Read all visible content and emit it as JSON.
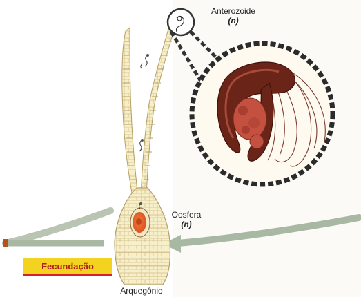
{
  "labels": {
    "antherozoid": "Anterozoide",
    "antherozoid_ploidy": "(n)",
    "oosphere": "Oosfera",
    "oosphere_ploidy": "(n)",
    "archegonium": "Arquegônio",
    "fecundation": "Fecundação"
  },
  "colors": {
    "cell_fill": "#f7efc9",
    "cell_stroke": "#c9b27a",
    "egg": "#e8602e",
    "sperm_body": "#6b2418",
    "sperm_nucleus": "#c44a3a",
    "arrow": "#a9b8a3",
    "tag": "#f4d320",
    "tag_border": "#d6202a"
  }
}
